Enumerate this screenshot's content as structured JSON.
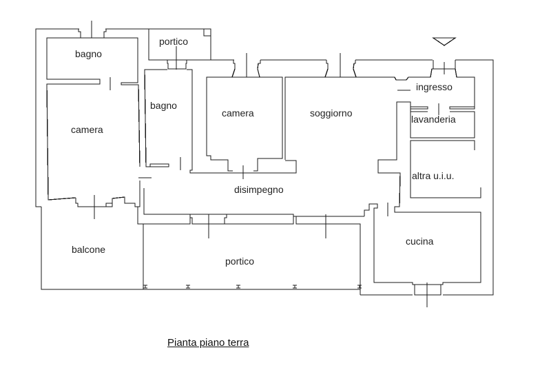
{
  "title": "Pianta piano terra",
  "rooms": [
    {
      "id": "bagno-1",
      "label": "bagno"
    },
    {
      "id": "portico-top",
      "label": "portico"
    },
    {
      "id": "bagno-2",
      "label": "bagno"
    },
    {
      "id": "camera-1",
      "label": "camera"
    },
    {
      "id": "camera-2",
      "label": "camera"
    },
    {
      "id": "soggiorno",
      "label": "soggiorno"
    },
    {
      "id": "ingresso",
      "label": "ingresso"
    },
    {
      "id": "lavanderia",
      "label": "lavanderia"
    },
    {
      "id": "altra-uiu",
      "label": "altra u.i.u."
    },
    {
      "id": "disimpegno",
      "label": "disimpegno"
    },
    {
      "id": "balcone",
      "label": "balcone"
    },
    {
      "id": "portico-bottom",
      "label": "portico"
    },
    {
      "id": "cucina",
      "label": "cucina"
    }
  ],
  "symbols": {
    "entrance_marker": "down-triangle-icon"
  }
}
